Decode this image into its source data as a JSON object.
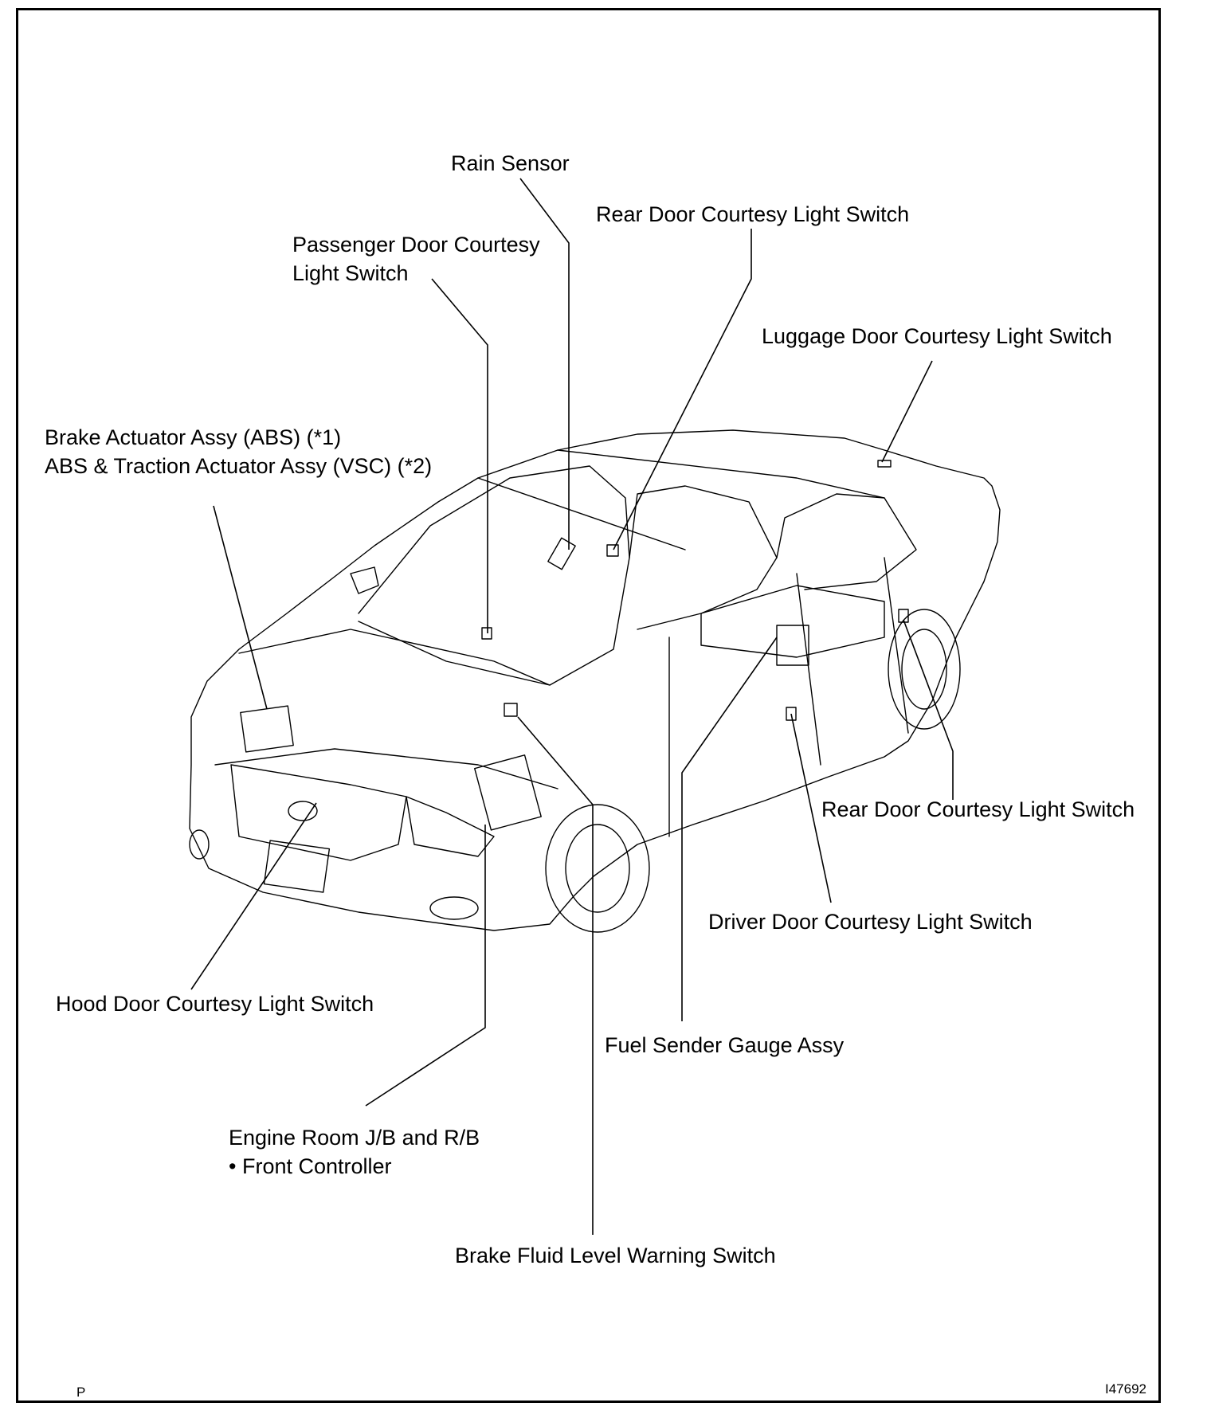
{
  "labels": {
    "rain_sensor": "Rain Sensor",
    "rear_door_switch_top": "Rear Door Courtesy Light Switch",
    "passenger_door_switch": [
      "Passenger Door Courtesy",
      "Light Switch"
    ],
    "luggage_door_switch": "Luggage Door Courtesy Light Switch",
    "brake_actuator": [
      "Brake Actuator Assy (ABS) (*1)",
      "ABS & Traction Actuator Assy (VSC) (*2)"
    ],
    "rear_door_switch_right": "Rear Door Courtesy Light Switch",
    "driver_door_switch": "Driver Door Courtesy Light Switch",
    "hood_door_switch": "Hood Door Courtesy Light Switch",
    "fuel_sender": "Fuel Sender Gauge Assy",
    "engine_room_jb": [
      "Engine Room J/B and R/B",
      "• Front Controller"
    ],
    "brake_fluid_switch": "Brake Fluid Level Warning Switch"
  },
  "footer": {
    "corner_left": "P",
    "figure_id": "I47692"
  }
}
